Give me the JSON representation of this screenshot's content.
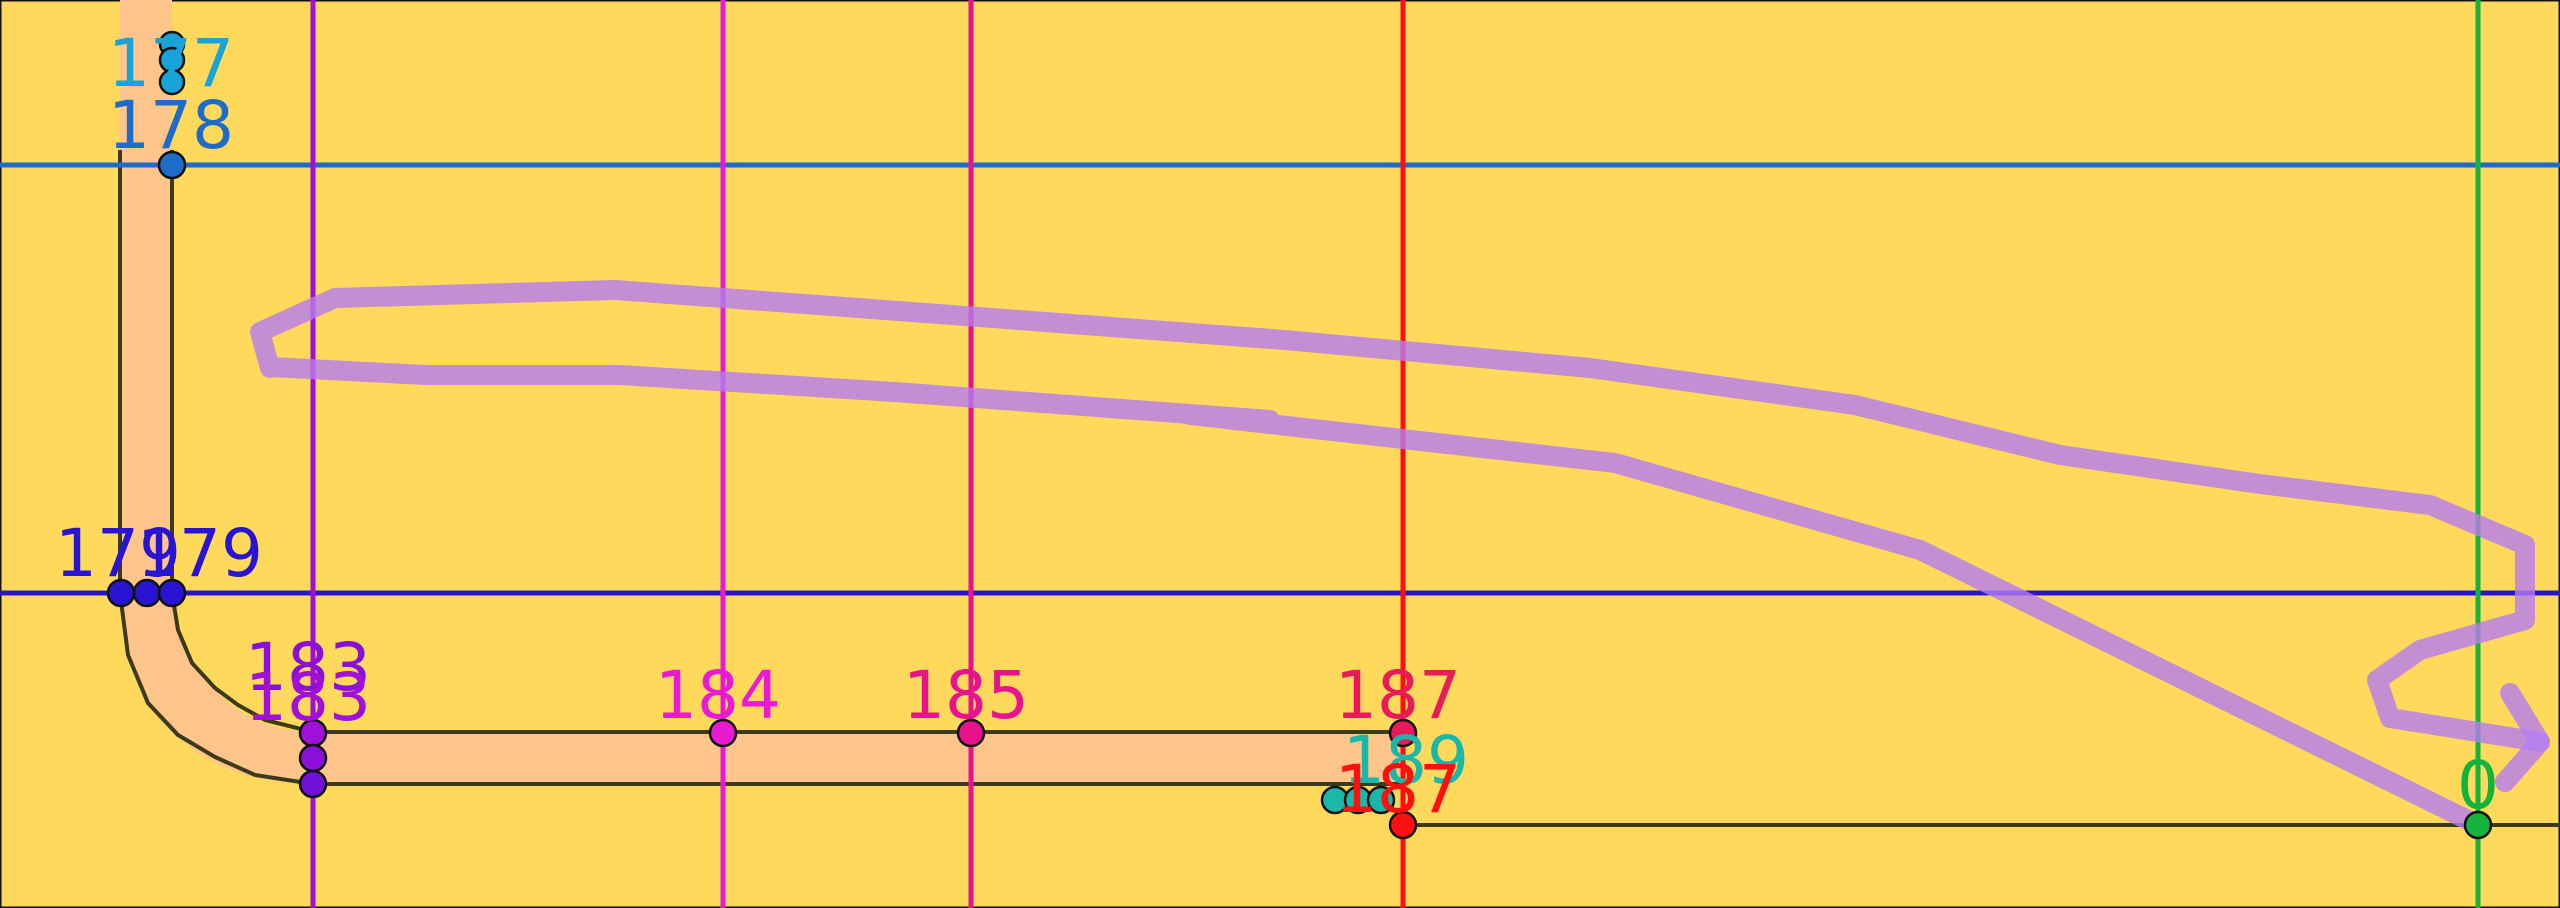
{
  "colors": {
    "background": "#ffd95c",
    "route_fill": "#ffc58a",
    "route_outline": "#3d3a1a",
    "path_arrow": "#b57cf0",
    "line_178": "#1c6cc8",
    "line_179": "#2814d2",
    "line_183": "#a010d8",
    "line_184": "#e81ad4",
    "line_185": "#e8128c",
    "line_187": "#ff1010",
    "line_0": "#14b43c"
  },
  "labels": {
    "l177": "177",
    "l178": "178",
    "l179a": "179",
    "l179b": "179",
    "l183a": "183",
    "l183b": "183",
    "l184": "184",
    "l185": "185",
    "l187a": "187",
    "l187b": "187",
    "l189": "189",
    "l0": "0"
  }
}
